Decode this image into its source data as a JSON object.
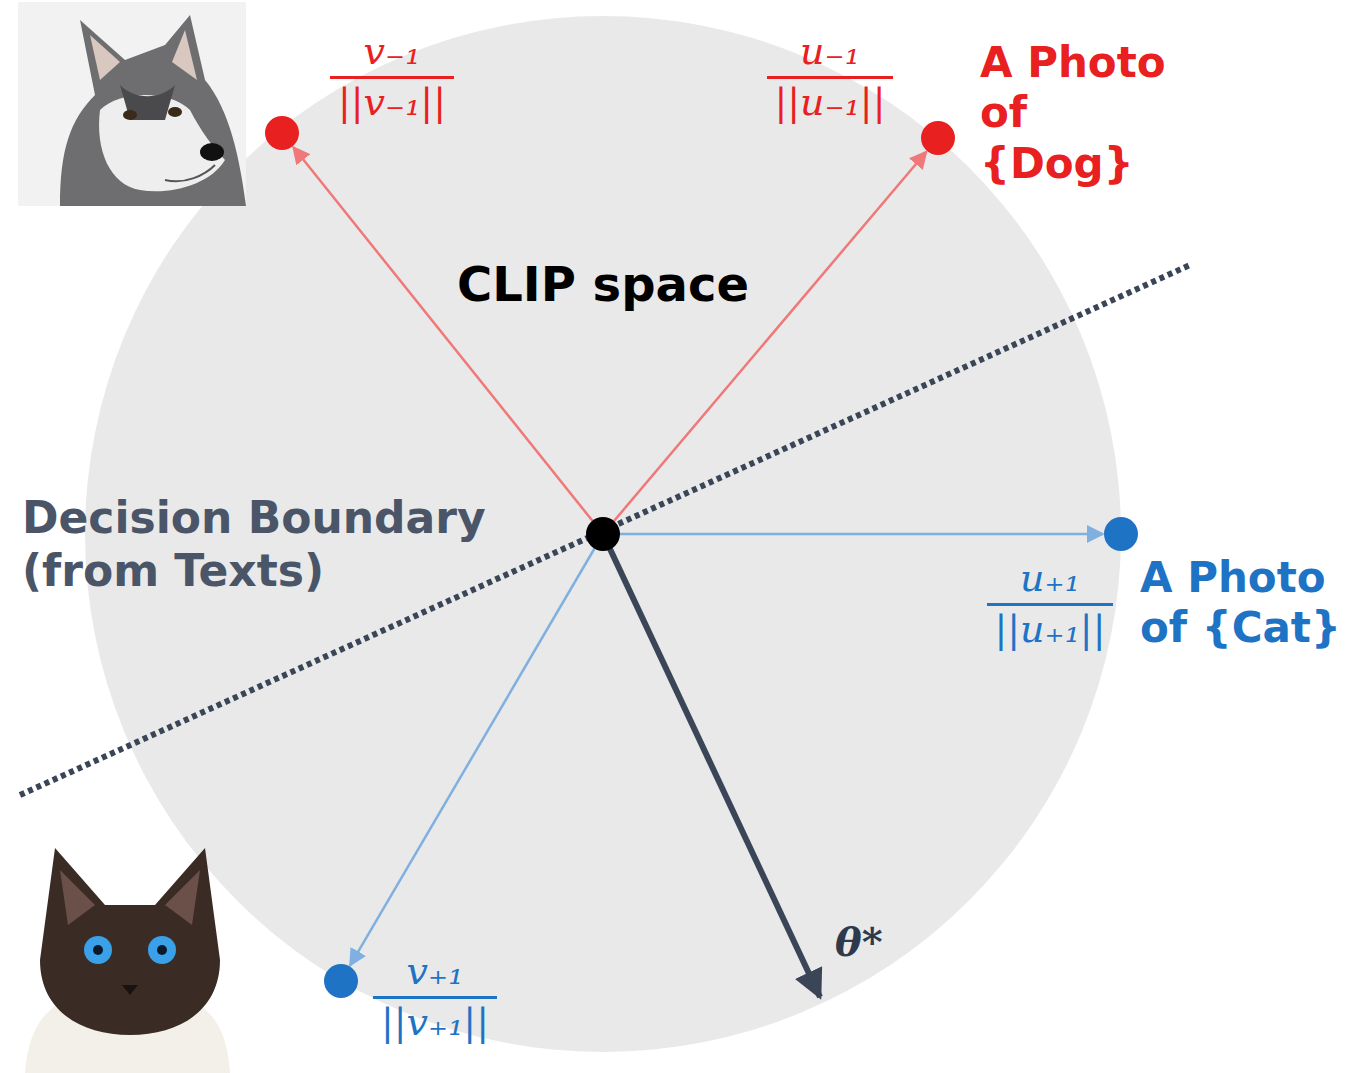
{
  "diagram": {
    "nodes": [
      {
        "text": [
          "CLIP space"
        ]
      }
    ],
    "labels": [
      "v₋₁",
      "||v₋₁||",
      "u₋₁",
      "||u₋₁||",
      "A Photo of {Dog}",
      "Decision Boundary (from Texts)",
      "u₊₁",
      "||u₊₁||",
      "A Photo of {Cat}",
      "v₊₁",
      "||v₊₁||",
      "θ*"
    ]
  }
}
